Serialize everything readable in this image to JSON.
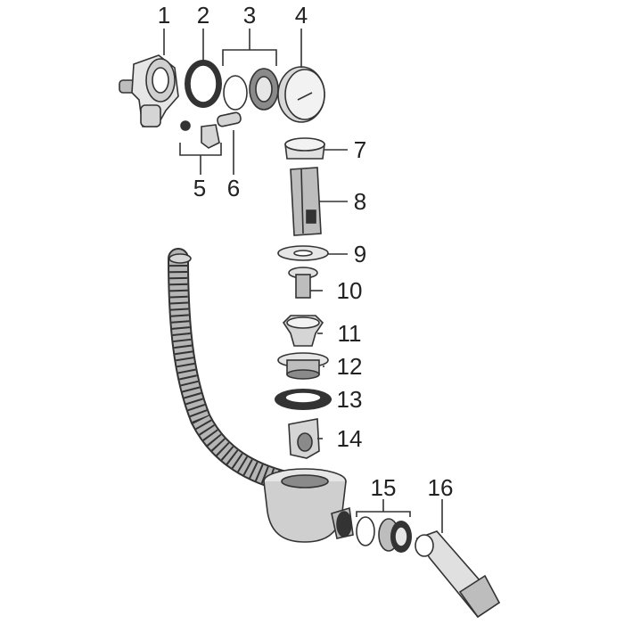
{
  "callouts": [
    {
      "id": "1",
      "text": "1"
    },
    {
      "id": "2",
      "text": "2"
    },
    {
      "id": "3",
      "text": "3"
    },
    {
      "id": "4",
      "text": "4"
    },
    {
      "id": "5",
      "text": "5"
    },
    {
      "id": "6",
      "text": "6"
    },
    {
      "id": "7",
      "text": "7"
    },
    {
      "id": "8",
      "text": "8"
    },
    {
      "id": "9",
      "text": "9"
    },
    {
      "id": "10",
      "text": "10"
    },
    {
      "id": "11",
      "text": "11"
    },
    {
      "id": "12",
      "text": "12"
    },
    {
      "id": "13",
      "text": "13"
    },
    {
      "id": "14",
      "text": "14"
    },
    {
      "id": "15",
      "text": "15"
    },
    {
      "id": "16",
      "text": "16"
    }
  ],
  "colors": {
    "line": "#333333",
    "part_light": "#e6e6e6",
    "part_mid": "#bdbdbd",
    "part_dark": "#8a8a8a"
  }
}
